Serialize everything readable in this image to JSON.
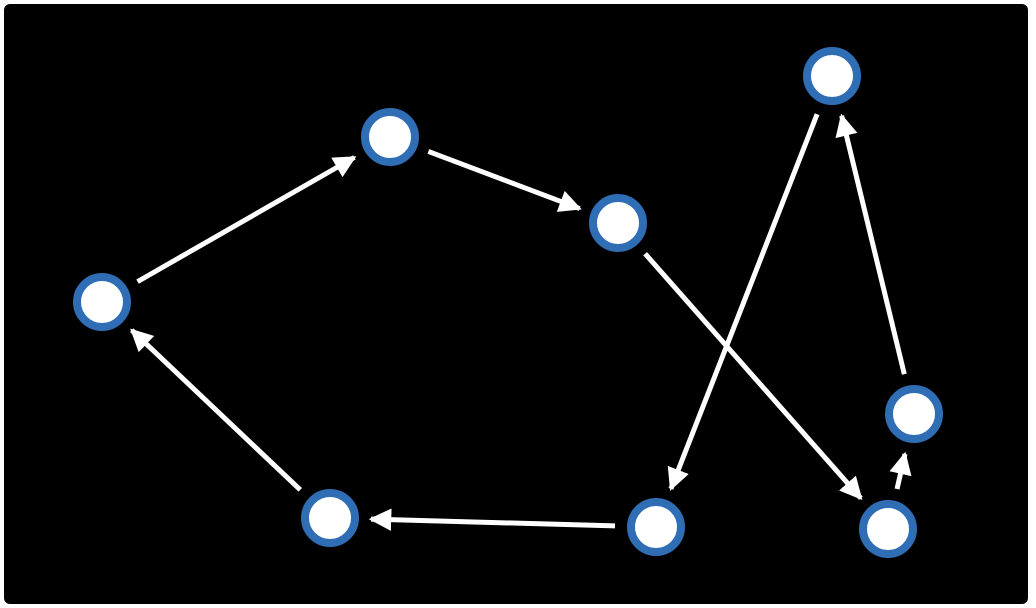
{
  "diagram": {
    "type": "directed-graph",
    "background_color": "#000000",
    "node_fill_color": "#ffffff",
    "node_border_color": "#2f6db5",
    "edge_color": "#ffffff",
    "nodes": [
      {
        "id": "n1"
      },
      {
        "id": "n2"
      },
      {
        "id": "n3"
      },
      {
        "id": "n4"
      },
      {
        "id": "n5"
      },
      {
        "id": "n6"
      },
      {
        "id": "n7"
      },
      {
        "id": "n8"
      }
    ],
    "edges": [
      {
        "from": "n1",
        "to": "n2"
      },
      {
        "from": "n2",
        "to": "n3"
      },
      {
        "from": "n3",
        "to": "n7"
      },
      {
        "from": "n7",
        "to": "n8"
      },
      {
        "from": "n8",
        "to": "n4"
      },
      {
        "from": "n4",
        "to": "n6"
      },
      {
        "from": "n6",
        "to": "n5"
      },
      {
        "from": "n5",
        "to": "n1"
      }
    ]
  }
}
